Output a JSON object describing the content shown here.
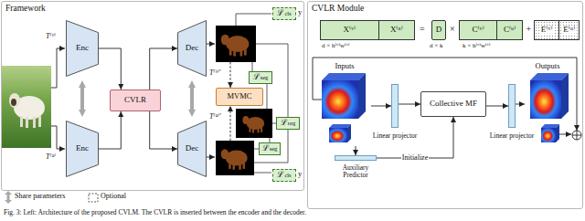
{
  "diagram": {
    "caption": "Fig. 3: Left: Architecture of the proposed CVLM. The CVLR is inserted between the encoder and the decoder.",
    "nodes": [
      {
        "text": [
          "Framework"
        ]
      },
      {
        "text": [
          "Enc"
        ],
        "in": 0
      },
      {
        "text": [
          "Enc"
        ],
        "in": 0
      },
      {
        "text": [
          "CVLR"
        ],
        "in": 0
      },
      {
        "text": [
          "Dec"
        ],
        "in": 0
      },
      {
        "text": [
          "Dec"
        ],
        "in": 0
      },
      {
        "text": [
          "MVMC"
        ],
        "in": 0
      },
      {
        "text": [
          "ℒcls"
        ],
        "in": 0
      },
      {
        "text": [
          "ℒseg"
        ],
        "in": 0
      },
      {
        "text": [
          "ℒreg"
        ],
        "in": 0
      },
      {
        "text": [
          "ℒseg"
        ],
        "in": 0
      },
      {
        "text": [
          "ℒcls"
        ],
        "in": 0
      },
      {
        "text": [
          "CVLR Module"
        ]
      },
      {
        "text": [
          "X⁽ᵛ⁾",
          "X⁽ᵘ⁾"
        ],
        "in": 12
      },
      {
        "text": [
          "D"
        ],
        "in": 12
      },
      {
        "text": [
          "C⁽ᵛ⁾",
          "C⁽ᵘ⁾"
        ],
        "in": 12
      },
      {
        "text": [
          "E⁽ᵛ⁾",
          "E⁽ᵘ⁾"
        ],
        "in": 12
      },
      {
        "text": [
          "Inputs"
        ],
        "in": 12
      },
      {
        "text": [
          "Linear projector"
        ],
        "in": 12
      },
      {
        "text": [
          "Collective MF"
        ],
        "in": 12
      },
      {
        "text": [
          "Linear projector"
        ],
        "in": 12
      },
      {
        "text": [
          "Outputs"
        ],
        "in": 12
      },
      {
        "text": [
          "Auxiliary Predictor"
        ],
        "in": 12
      }
    ],
    "edges": [
      {
        "from": 1,
        "to": 3,
        "arrow": "to"
      },
      {
        "from": 2,
        "to": 3,
        "arrow": "to"
      },
      {
        "from": 3,
        "to": 4,
        "arrow": "to"
      },
      {
        "from": 3,
        "to": 5,
        "arrow": "to"
      },
      {
        "from": 17,
        "to": 18,
        "arrow": "to"
      },
      {
        "from": 17,
        "to": 22,
        "arrow": "to"
      },
      {
        "from": 18,
        "to": 19,
        "arrow": "to"
      },
      {
        "from": 19,
        "to": 20,
        "arrow": "to"
      },
      {
        "from": 20,
        "to": 21,
        "arrow": "to"
      },
      {
        "from": 22,
        "to": 19,
        "label": "Initialize",
        "arrow": "to"
      }
    ],
    "labels": [
      "T⁽ᵛ⁾",
      "T⁽ᵘ⁾",
      "T⁽ᵛ⁾′",
      "T⁽ᵘ⁾′",
      "y",
      "y",
      "=",
      "×",
      "+",
      "d × h⁽ᵛ⁾w⁽ᵛ⁾",
      "d × k",
      "k × h⁽ᵛ⁾w⁽ᵛ⁾"
    ],
    "legend": [
      {
        "text": "Share parameters"
      },
      {
        "text": "Optional"
      }
    ]
  }
}
